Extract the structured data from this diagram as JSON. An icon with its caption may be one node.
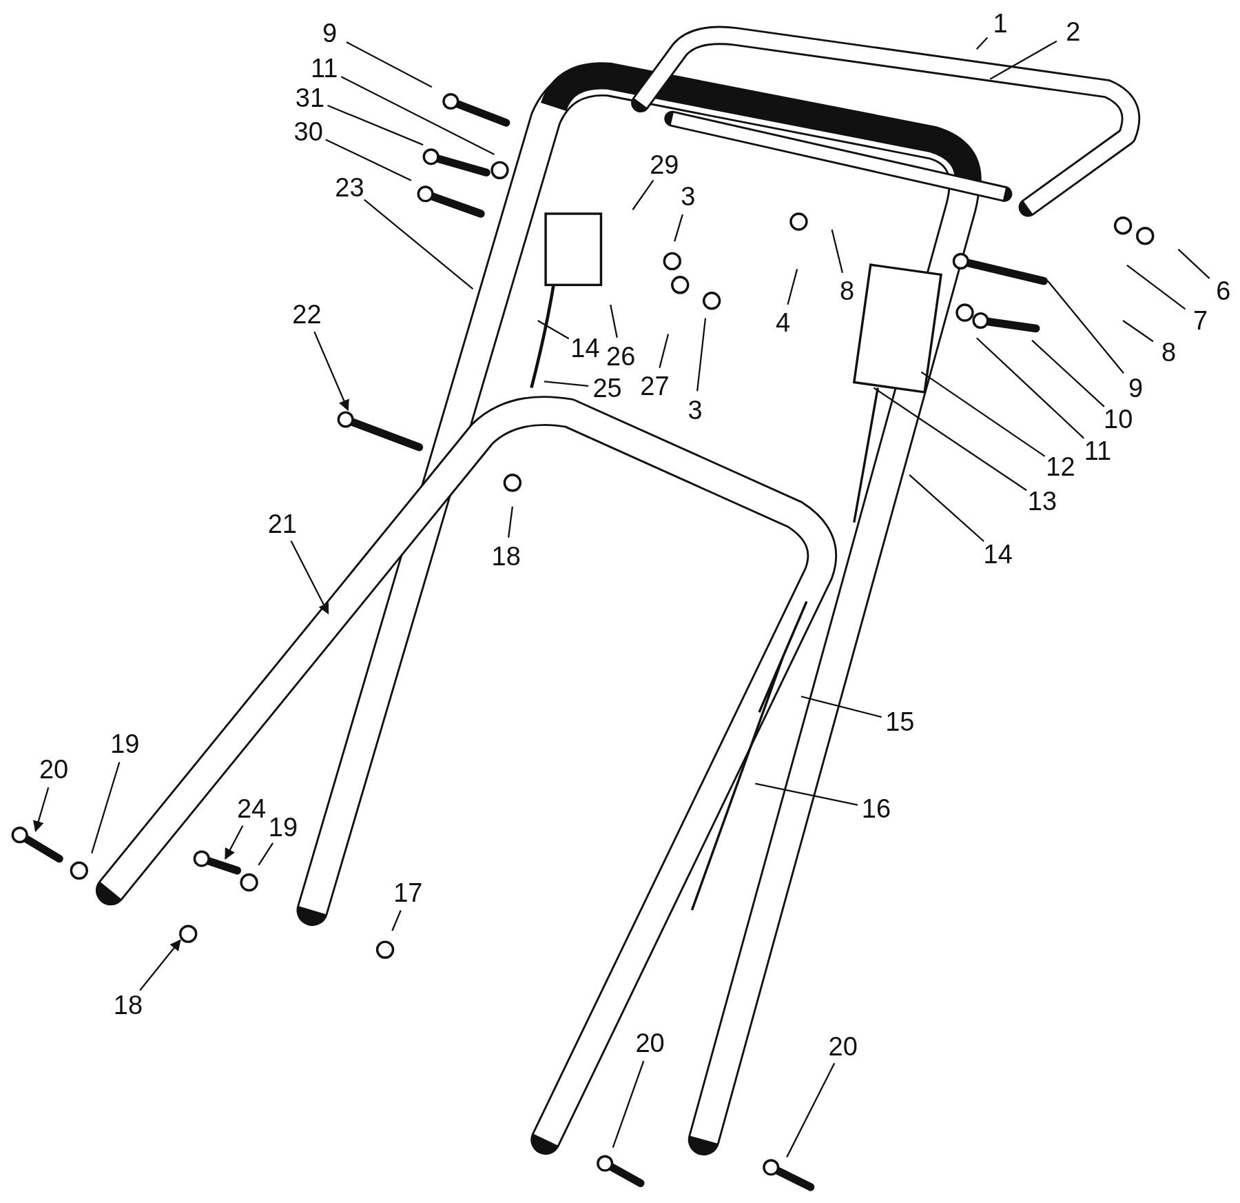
{
  "diagram": {
    "nodes": [
      {
        "text": [
          "1"
        ]
      },
      {
        "text": [
          "2"
        ]
      },
      {
        "text": [
          "9"
        ]
      },
      {
        "text": [
          "11"
        ]
      },
      {
        "text": [
          "31"
        ]
      },
      {
        "text": [
          "30"
        ]
      },
      {
        "text": [
          "29"
        ]
      },
      {
        "text": [
          "23"
        ]
      },
      {
        "text": [
          "3"
        ]
      },
      {
        "text": [
          "8"
        ]
      },
      {
        "text": [
          "6"
        ]
      },
      {
        "text": [
          "22"
        ]
      },
      {
        "text": [
          "4"
        ]
      },
      {
        "text": [
          "7"
        ]
      },
      {
        "text": [
          "14"
        ]
      },
      {
        "text": [
          "26"
        ]
      },
      {
        "text": [
          "8"
        ]
      },
      {
        "text": [
          "27"
        ]
      },
      {
        "text": [
          "25"
        ]
      },
      {
        "text": [
          "9"
        ]
      },
      {
        "text": [
          "3"
        ]
      },
      {
        "text": [
          "10"
        ]
      },
      {
        "text": [
          "11"
        ]
      },
      {
        "text": [
          "12"
        ]
      },
      {
        "text": [
          "13"
        ]
      },
      {
        "text": [
          "21"
        ]
      },
      {
        "text": [
          "14"
        ]
      },
      {
        "text": [
          "18"
        ]
      },
      {
        "text": [
          "15"
        ]
      },
      {
        "text": [
          "19"
        ]
      },
      {
        "text": [
          "20"
        ]
      },
      {
        "text": [
          "16"
        ]
      },
      {
        "text": [
          "24"
        ]
      },
      {
        "text": [
          "19"
        ]
      },
      {
        "text": [
          "17"
        ]
      },
      {
        "text": [
          "18"
        ]
      },
      {
        "text": [
          "20"
        ]
      },
      {
        "text": [
          "20"
        ]
      }
    ],
    "edges": [
      {
        "from": 0,
        "to": null,
        "arrow": "none"
      },
      {
        "from": 1,
        "to": null,
        "arrow": "none"
      },
      {
        "from": 2,
        "to": null,
        "arrow": "none"
      },
      {
        "from": 3,
        "to": null,
        "arrow": "none"
      },
      {
        "from": 4,
        "to": null,
        "arrow": "none"
      },
      {
        "from": 5,
        "to": null,
        "arrow": "none"
      },
      {
        "from": 6,
        "to": null,
        "arrow": "none"
      },
      {
        "from": 7,
        "to": null,
        "arrow": "none"
      },
      {
        "from": 8,
        "to": null,
        "arrow": "none"
      },
      {
        "from": 9,
        "to": null,
        "arrow": "none"
      },
      {
        "from": 10,
        "to": null,
        "arrow": "none"
      },
      {
        "from": 11,
        "to": null,
        "arrow": "to"
      },
      {
        "from": 12,
        "to": null,
        "arrow": "none"
      },
      {
        "from": 13,
        "to": null,
        "arrow": "none"
      },
      {
        "from": 14,
        "to": null,
        "arrow": "none"
      },
      {
        "from": 15,
        "to": null,
        "arrow": "none"
      },
      {
        "from": 16,
        "to": null,
        "arrow": "none"
      },
      {
        "from": 17,
        "to": null,
        "arrow": "none"
      },
      {
        "from": 18,
        "to": null,
        "arrow": "none"
      },
      {
        "from": 19,
        "to": null,
        "arrow": "none"
      },
      {
        "from": 20,
        "to": null,
        "arrow": "none"
      },
      {
        "from": 21,
        "to": null,
        "arrow": "none"
      },
      {
        "from": 22,
        "to": null,
        "arrow": "none"
      },
      {
        "from": 23,
        "to": null,
        "arrow": "none"
      },
      {
        "from": 24,
        "to": null,
        "arrow": "none"
      },
      {
        "from": 25,
        "to": null,
        "arrow": "to"
      },
      {
        "from": 26,
        "to": null,
        "arrow": "none"
      },
      {
        "from": 27,
        "to": null,
        "arrow": "none"
      },
      {
        "from": 28,
        "to": null,
        "arrow": "none"
      },
      {
        "from": 29,
        "to": null,
        "arrow": "none"
      },
      {
        "from": 30,
        "to": null,
        "arrow": "to"
      },
      {
        "from": 31,
        "to": null,
        "arrow": "none"
      },
      {
        "from": 32,
        "to": null,
        "arrow": "to"
      },
      {
        "from": 33,
        "to": null,
        "arrow": "none"
      },
      {
        "from": 34,
        "to": null,
        "arrow": "none"
      },
      {
        "from": 35,
        "to": null,
        "arrow": "to"
      },
      {
        "from": 36,
        "to": null,
        "arrow": "none"
      },
      {
        "from": 37,
        "to": null,
        "arrow": "none"
      }
    ]
  }
}
